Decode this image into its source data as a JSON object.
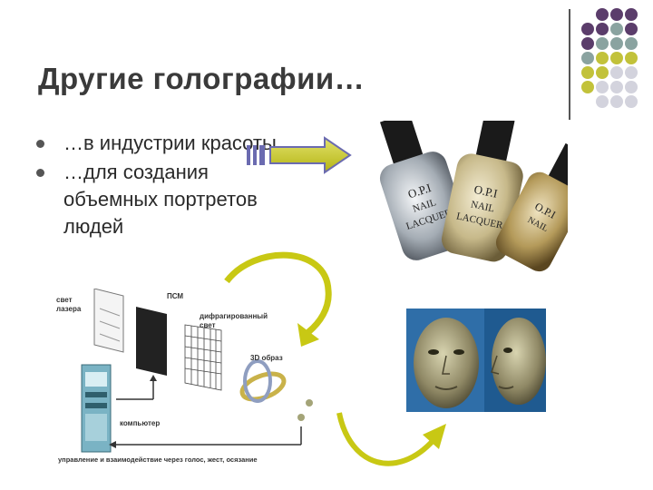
{
  "slide": {
    "title": "Другие голографии…",
    "bullets": [
      "…в индустрии красоты…",
      "…для создания объемных портретов людей"
    ]
  },
  "diagram": {
    "labels": {
      "light": "свет лазера",
      "pcm": "ПСМ",
      "diffracted": "дифрагированный свет",
      "image3d": "3D образ",
      "computer": "компьютер",
      "control": "управление и взаимодействие через голос, жест, осязание"
    }
  },
  "colors": {
    "purple": "#5b3d6b",
    "teal": "#8aa3a0",
    "olive": "#c2c23a",
    "grey": "#d3d3dd",
    "arrow_yellow": "#c8c814"
  }
}
